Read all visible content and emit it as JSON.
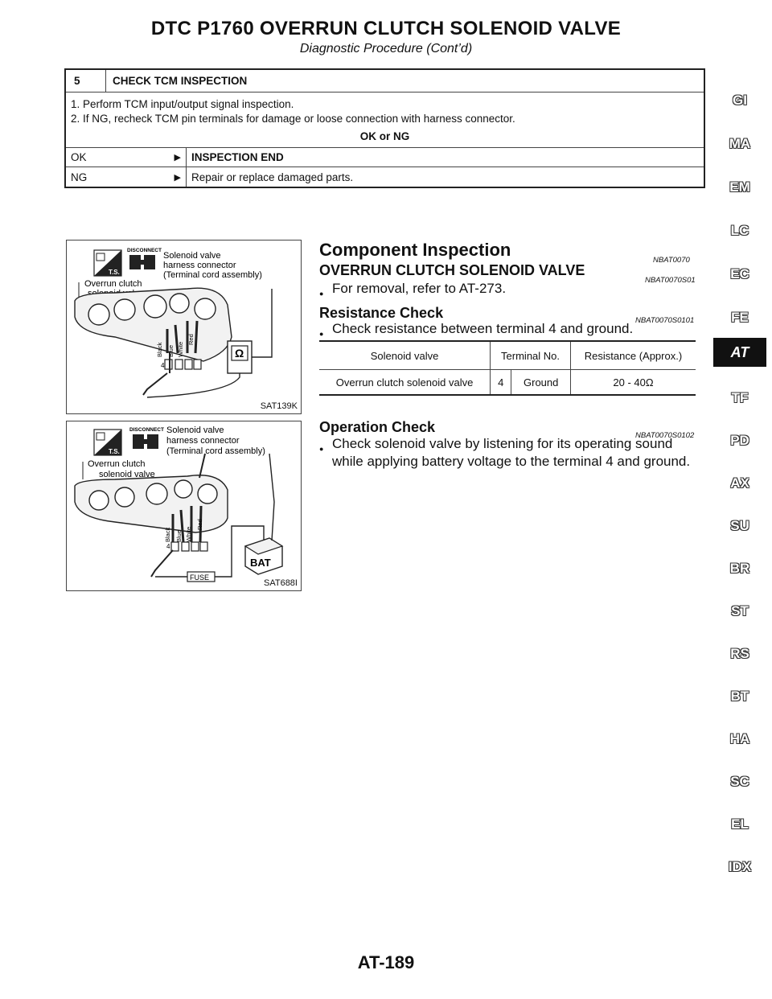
{
  "header": {
    "title": "DTC P1760 OVERRUN CLUTCH SOLENOID VALVE",
    "subtitle": "Diagnostic Procedure (Cont’d)"
  },
  "step5": {
    "number": "5",
    "title": "CHECK TCM INSPECTION",
    "lines": [
      "1. Perform TCM input/output signal inspection.",
      "2. If NG, recheck TCM pin terminals for damage or loose connection with harness connector."
    ],
    "question": "OK or NG",
    "results": [
      {
        "label": "OK",
        "text": "INSPECTION END"
      },
      {
        "label": "NG",
        "text": "Repair or replace damaged parts."
      }
    ]
  },
  "figure1": {
    "disconnect": "DISCONNECT",
    "ts": "T.S.",
    "connector_label_1": "Solenoid valve",
    "connector_label_2": "harness connector",
    "connector_label_3": "(Terminal cord assembly)",
    "valve_label_1": "Overrun clutch",
    "valve_label_2": "solenoid valve",
    "wire_black": "Black",
    "wire_blue": "Blue",
    "wire_white": "White",
    "wire_red": "Red",
    "terminal": "4",
    "meter_symbol": "Ω",
    "code": "SAT139K"
  },
  "figure2": {
    "disconnect": "DISCONNECT",
    "ts": "T.S.",
    "connector_label_1": "Solenoid valve",
    "connector_label_2": "harness connector",
    "connector_label_3": "(Terminal cord assembly)",
    "valve_label_1": "Overrun clutch",
    "valve_label_2": "solenoid valve",
    "wire_black": "Black",
    "wire_blue": "Blue",
    "wire_white": "White",
    "wire_red": "Red",
    "terminal": "4",
    "battery": "BAT",
    "fuse": "FUSE",
    "code": "SAT688I"
  },
  "component": {
    "title": "Component Inspection",
    "title_code": "NBAT0070",
    "valve_title": "OVERRUN CLUTCH SOLENOID VALVE",
    "valve_code": "NBAT0070S01",
    "removal_bullet": "For removal, refer to AT-273.",
    "resistance_title": "Resistance Check",
    "resistance_code": "NBAT0070S0101",
    "resistance_bullet": "Check resistance between terminal 4 and ground.",
    "table_headers": [
      "Solenoid valve",
      "Terminal No.",
      "Resistance (Approx.)"
    ],
    "table_row": [
      "Overrun clutch solenoid valve",
      "4",
      "Ground",
      "20 - 40Ω"
    ],
    "operation_title": "Operation Check",
    "operation_code": "NBAT0070S0102",
    "operation_bullet": "Check solenoid valve by listening for its operating sound while applying battery voltage to the terminal 4 and ground."
  },
  "side_tabs": [
    "GI",
    "MA",
    "EM",
    "LC",
    "EC",
    "FE",
    "AT",
    "TF",
    "PD",
    "AX",
    "SU",
    "BR",
    "ST",
    "RS",
    "BT",
    "HA",
    "SC",
    "EL",
    "IDX"
  ],
  "active_tab": "AT",
  "page_number": "AT-189"
}
